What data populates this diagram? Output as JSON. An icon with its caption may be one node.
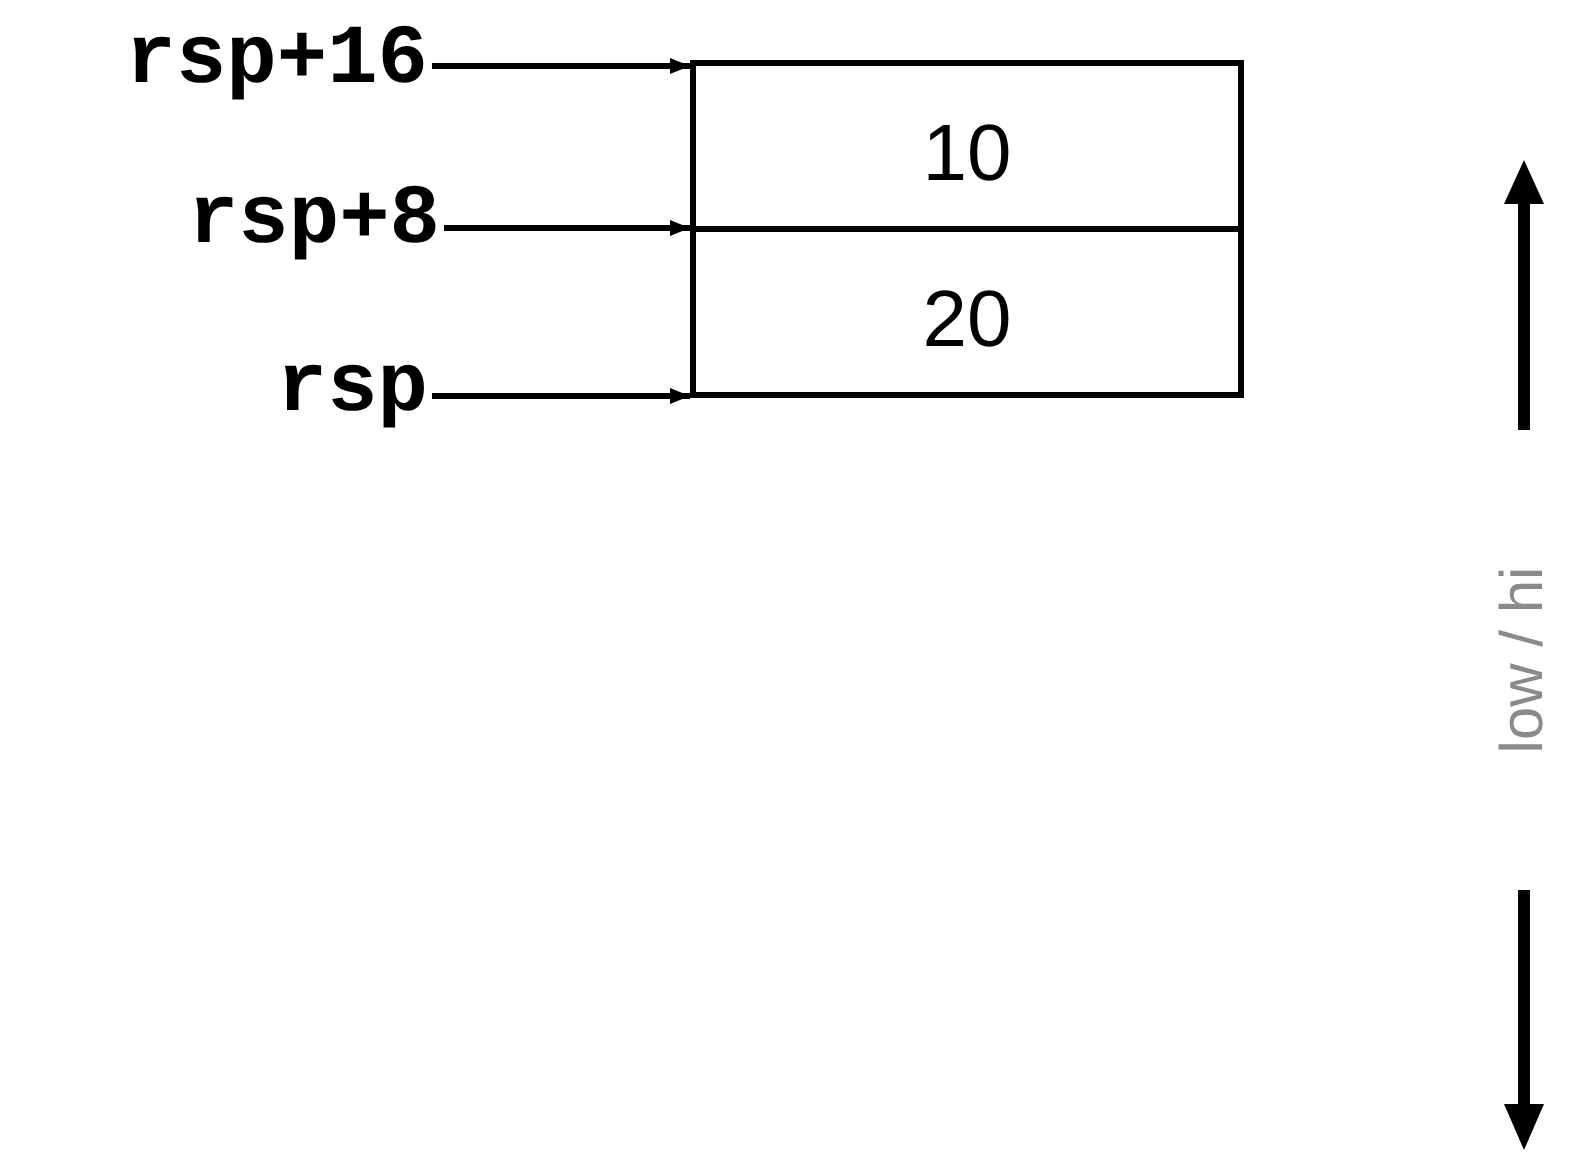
{
  "diagram": {
    "nodes": [
      {
        "text": [
          "rsp+16"
        ]
      },
      {
        "text": [
          "rsp+8"
        ]
      },
      {
        "text": [
          "rsp"
        ]
      },
      {
        "text": [
          "10"
        ]
      },
      {
        "text": [
          "20"
        ]
      }
    ],
    "edges": [
      {
        "from": 0,
        "to": 3,
        "arrow": "to"
      },
      {
        "from": 1,
        "to": 3,
        "arrow": "to"
      },
      {
        "from": 2,
        "to": 4,
        "arrow": "to"
      }
    ],
    "labels": [
      "low / hi"
    ]
  }
}
